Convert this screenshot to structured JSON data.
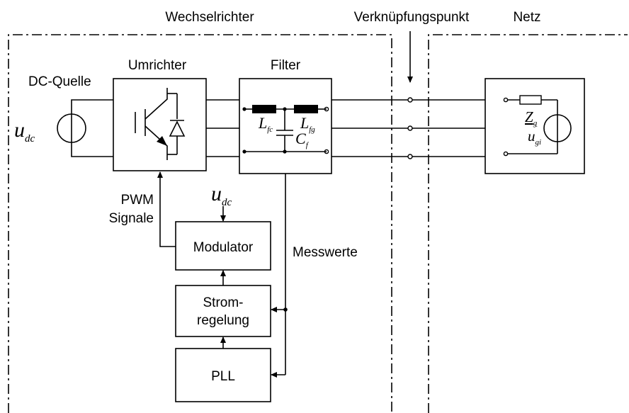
{
  "headers": {
    "wechselrichter": "Wechselrichter",
    "verknuepfungspunkt": "Verknüpfungspunkt",
    "netz": "Netz"
  },
  "blocks": {
    "dc_quelle": "DC-Quelle",
    "umrichter": "Umrichter",
    "filter": "Filter",
    "modulator": "Modulator",
    "stromregelung_line1": "Strom-",
    "stromregelung_line2": "regelung",
    "pll": "PLL"
  },
  "signals": {
    "pwm_line1": "PWM",
    "pwm_line2": "Signale",
    "messwerte": "Messwerte"
  },
  "symbols": {
    "u": "u",
    "dc": "dc",
    "L": "L",
    "fc": "fc",
    "fg": "fg",
    "C": "C",
    "f": "f",
    "Z": "Z",
    "g": "g",
    "gi": "gi"
  }
}
